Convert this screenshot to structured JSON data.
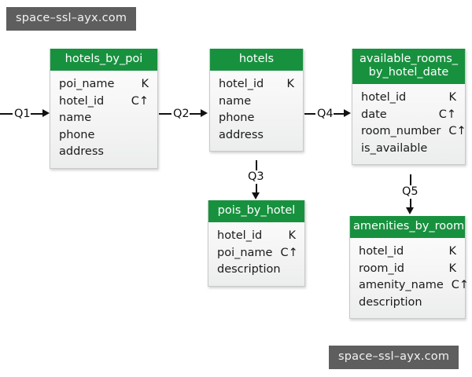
{
  "diagram": {
    "type": "entity-relationship",
    "title": "hotel data model",
    "accent_color": "#18913f",
    "header_text_color": "#ffffff",
    "body_color": "#f4f4f4",
    "line_color": "#111111",
    "watermark_bg": "#5e5e5e"
  },
  "watermarks": [
    {
      "id": "top",
      "text": "space–ssl–ayx.com"
    },
    {
      "id": "bottom",
      "text": "space–ssl–ayx.com"
    }
  ],
  "entities": [
    {
      "id": "hotels_by_poi",
      "title": "hotels_by_poi",
      "fields": [
        {
          "name": "poi_name",
          "key": "K"
        },
        {
          "name": "hotel_id",
          "key": "C↑"
        },
        {
          "name": "name",
          "key": ""
        },
        {
          "name": "phone",
          "key": ""
        },
        {
          "name": "address",
          "key": ""
        }
      ]
    },
    {
      "id": "hotels",
      "title": "hotels",
      "fields": [
        {
          "name": "hotel_id",
          "key": "K"
        },
        {
          "name": "name",
          "key": ""
        },
        {
          "name": "phone",
          "key": ""
        },
        {
          "name": "address",
          "key": ""
        }
      ]
    },
    {
      "id": "available_rooms_by_hotel_date",
      "title": "available_rooms_\nby_hotel_date",
      "fields": [
        {
          "name": "hotel_id",
          "key": "K"
        },
        {
          "name": "date",
          "key": "C↑"
        },
        {
          "name": "room_number",
          "key": "C↑"
        },
        {
          "name": "is_available",
          "key": ""
        }
      ]
    },
    {
      "id": "pois_by_hotel",
      "title": "pois_by_hotel",
      "fields": [
        {
          "name": "hotel_id",
          "key": "K"
        },
        {
          "name": "poi_name",
          "key": "C↑"
        },
        {
          "name": "description",
          "key": ""
        }
      ]
    },
    {
      "id": "amenities_by_room",
      "title": "amenities_by_room",
      "fields": [
        {
          "name": "hotel_id",
          "key": "K"
        },
        {
          "name": "room_id",
          "key": "K"
        },
        {
          "name": "amenity_name",
          "key": "C↑"
        },
        {
          "name": "description",
          "key": ""
        }
      ]
    }
  ],
  "edges": [
    {
      "id": "q1",
      "label": "Q1",
      "direction": "right",
      "from": "",
      "to": "hotels_by_poi"
    },
    {
      "id": "q2",
      "label": "Q2",
      "direction": "right",
      "from": "hotels_by_poi",
      "to": "hotels"
    },
    {
      "id": "q3",
      "label": "Q3",
      "direction": "down",
      "from": "hotels",
      "to": "pois_by_hotel"
    },
    {
      "id": "q4",
      "label": "Q4",
      "direction": "right",
      "from": "hotels",
      "to": "available_rooms_by_hotel_date"
    },
    {
      "id": "q5",
      "label": "Q5",
      "direction": "down",
      "from": "available_rooms_by_hotel_date",
      "to": "amenities_by_room"
    }
  ]
}
